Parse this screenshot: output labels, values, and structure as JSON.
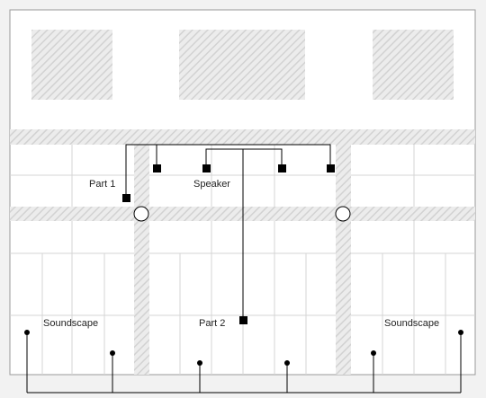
{
  "labels": {
    "part1": "Part 1",
    "speaker": "Speaker",
    "part2": "Part 2",
    "soundscape_left": "Soundscape",
    "soundscape_right": "Soundscape"
  },
  "colors": {
    "background": "#f2f2f2",
    "room_fill": "#ffffff",
    "outline": "#9a9a9a",
    "grid": "#d4d4d4",
    "hatch_stroke": "#cfcfcf",
    "hatch_fill": "#ebebeb",
    "wire": "#000000",
    "node": "#000000"
  },
  "legend": {
    "square_node": "speaker-node-icon",
    "dot_node": "soundscape-node-icon",
    "ring_node": "pillar-junction-icon"
  }
}
